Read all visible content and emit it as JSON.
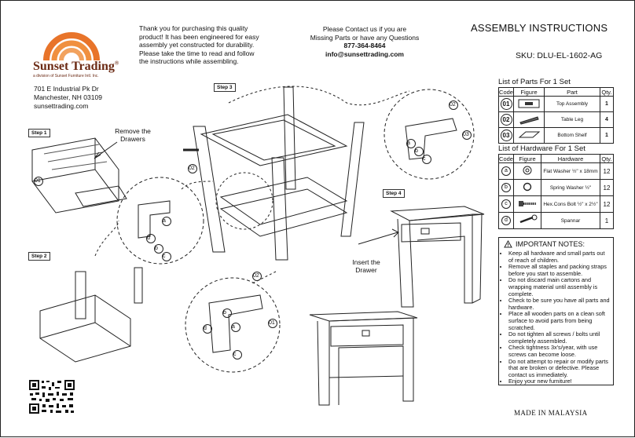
{
  "brand": {
    "name": "Sunset Trading",
    "registered": "®",
    "subtitle": "a division of Sunset Furniture Intl. Inc.",
    "address": [
      "701 E Industrial Pk Dr",
      "Manchester, NH 03109",
      "sunsettrading.com"
    ]
  },
  "thanks": [
    "Thank you for purchasing this quality",
    "product! It has been engineered for easy",
    "assembly yet constructed for durability.",
    "Please take the time to read and follow",
    "the instructions while assembling."
  ],
  "contact": {
    "lines": [
      "Please Contact us if you are",
      "Missing Parts or have any Questions"
    ],
    "phone": "877-364-8464",
    "email": "info@sunsettrading.com"
  },
  "header": {
    "title": "ASSEMBLY INSTRUCTIONS",
    "sku": "SKU:  DLU-EL-1602-AG"
  },
  "parts": {
    "heading": "List of Parts For 1 Set",
    "columns": [
      "Code",
      "Figure",
      "Part",
      "Qty."
    ],
    "rows": [
      {
        "code": "01",
        "part": "Top Assembly",
        "qty": "1"
      },
      {
        "code": "02",
        "part": "Table Leg",
        "qty": "4"
      },
      {
        "code": "03",
        "part": "Bottom Shelf",
        "qty": "1"
      }
    ]
  },
  "hardware": {
    "heading": "List of Hardware For 1 Set",
    "columns": [
      "Code",
      "Figure",
      "Hardware",
      "Qty."
    ],
    "rows": [
      {
        "code": "a",
        "name": "Flat Washer ½\" x 18mm",
        "qty": "12"
      },
      {
        "code": "b",
        "name": "Spring Washer ½\"",
        "qty": "12"
      },
      {
        "code": "c",
        "name": "Hex.Cons Bolt ½\" x 2½\"",
        "qty": "12"
      },
      {
        "code": "d",
        "name": "Spannar",
        "qty": "1"
      }
    ]
  },
  "notes": {
    "title": "IMPORTANT NOTES:",
    "items": [
      "Keep all hardware and small parts out of reach of children.",
      "Remove all staples and packing straps before you start to assemble.",
      "Do not discard main cartons and wrapping material until assembly is complete.",
      "Check to be sure you have all parts and hardware.",
      "Place all wooden parts on a clean soft surface to avoid parts from being scratched.",
      "Do not tighten all screws / bolts until completely assembled.",
      "Check tightness 3x's/year, with use screws can become loose.",
      "Do not attempt to repair or modify parts that are broken or defective. Please contact us immediately.",
      "Enjoy your new furniture!"
    ]
  },
  "steps": {
    "s1": "Step 1",
    "s2": "Step 2",
    "s3": "Step 3",
    "s4": "Step 4"
  },
  "callouts": {
    "remove": [
      "Remove the",
      "Drawers"
    ],
    "insert": [
      "Insert the",
      "Drawer"
    ]
  },
  "labels": {
    "l01": "01",
    "l02": "02",
    "l03": "03",
    "a": "a",
    "b": "b",
    "c": "c",
    "d": "d"
  },
  "footer": {
    "made_in": "MADE IN MALAYSIA"
  },
  "colors": {
    "logo_outer": "#e8742a",
    "logo_inner": "#f2a25e",
    "brand_text": "#6b2a14",
    "line": "#222222"
  }
}
